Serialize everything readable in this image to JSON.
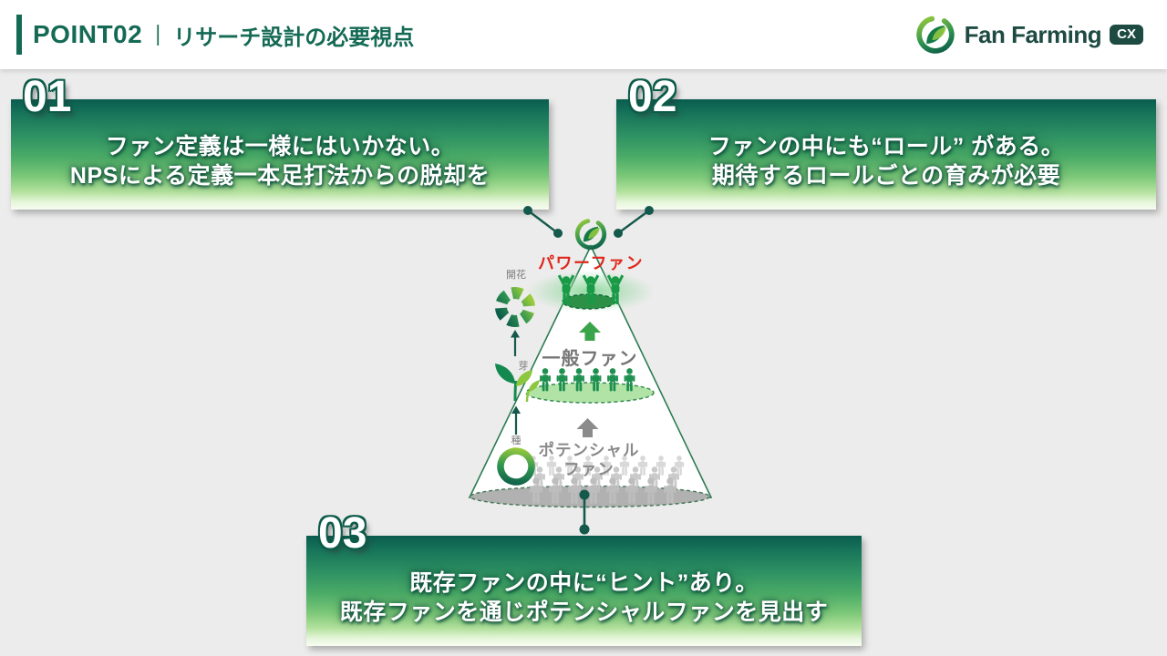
{
  "header": {
    "point_label": "POINT02",
    "separator": "｜",
    "title": "リサーチ設計の必要視点",
    "brand": {
      "name": "Fan Farming",
      "badge": "CX"
    }
  },
  "points": [
    {
      "number": "01",
      "line1": "ファン定義は一様にはいかない。",
      "line2": "NPSによる定義一本足打法からの脱却を"
    },
    {
      "number": "02",
      "line1": "ファンの中にも“ロール” がある。",
      "line2": "期待するロールごとの育みが必要"
    },
    {
      "number": "03",
      "line1": "既存ファンの中に“ヒント”あり。",
      "line2": "既存ファンを通じポテンシャルファンを見出す"
    }
  ],
  "pyramid": {
    "top_label": "パワーファン",
    "middle_label": "一般ファン",
    "bottom_label_line1": "ポテンシャル",
    "bottom_label_line2": "ファン",
    "stage_labels": {
      "bloom": "開花",
      "sprout": "芽",
      "seed": "種"
    }
  },
  "colors": {
    "accent_green": "#156a55",
    "brand_dark": "#1d4b41",
    "power_fan_red": "#df271c",
    "tier_gray_label": "#8a8a8a",
    "fan_green": "#1e9150",
    "crowd_gray": "#c6c6c6"
  }
}
